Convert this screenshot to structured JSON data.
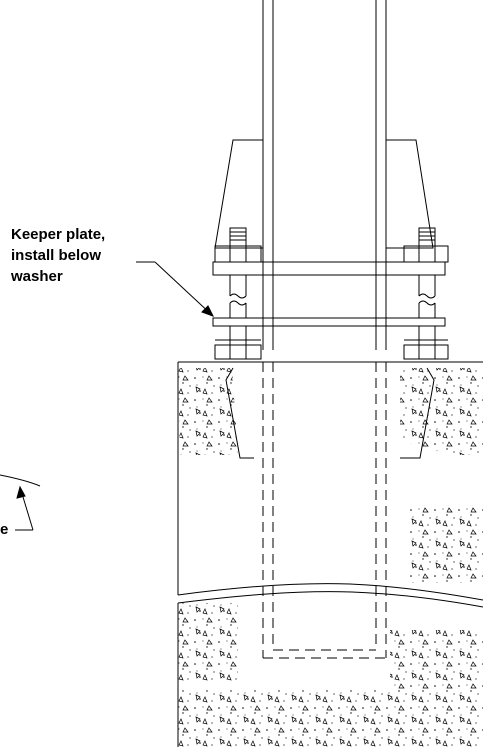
{
  "colors": {
    "ink": "#000000",
    "paper": "#ffffff"
  },
  "callouts": {
    "keeper_plate": {
      "lines": [
        "Keeper plate,",
        "install below",
        "washer"
      ]
    },
    "partial_label": "e"
  }
}
